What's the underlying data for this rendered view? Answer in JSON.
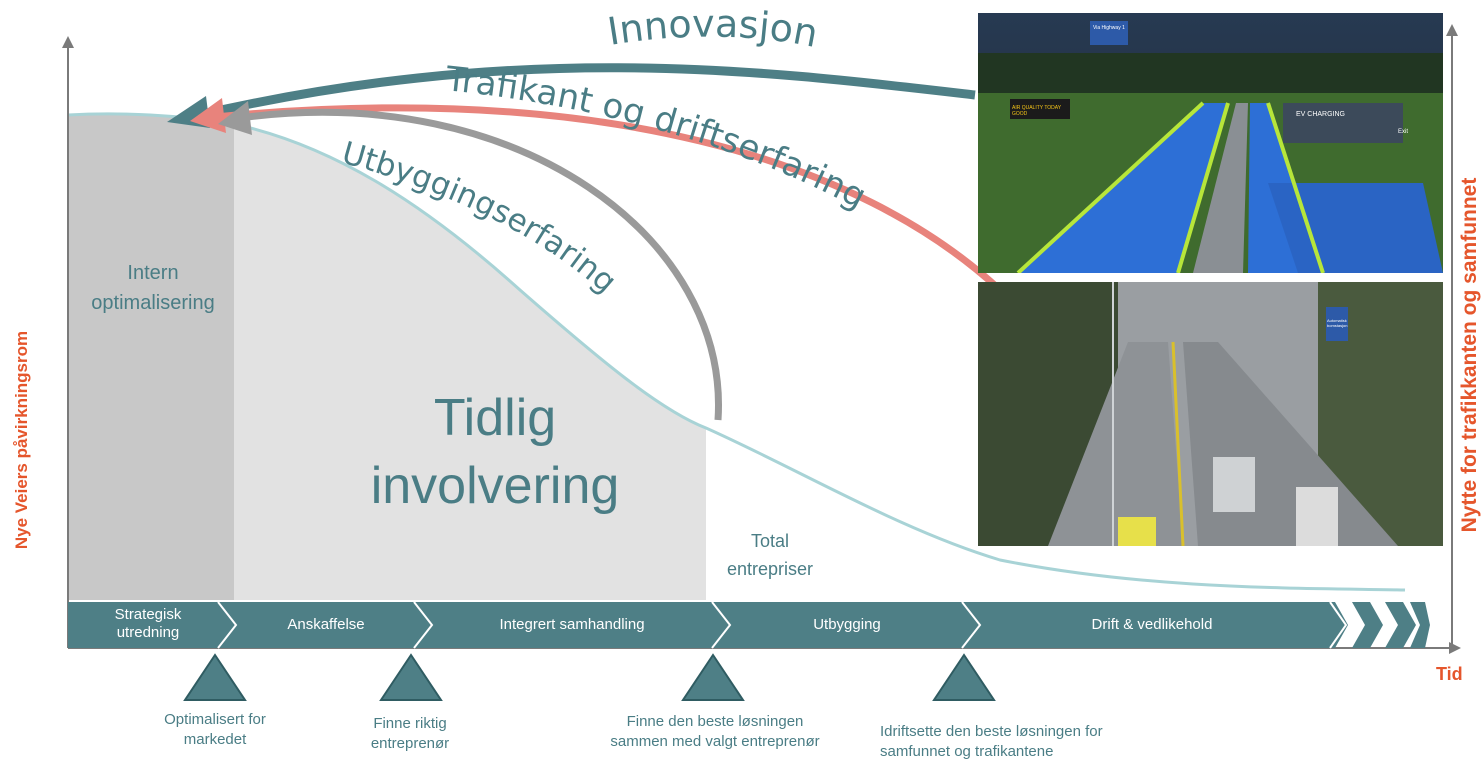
{
  "axes": {
    "y_left_label": "Nye Veiers påvirkningsrom",
    "y_right_label": "Nytte for trafikkanten og samfunnet",
    "x_label": "Tid"
  },
  "regions": {
    "intern": "Intern optimalisering",
    "tidlig_line1": "Tidlig",
    "tidlig_line2": "involvering",
    "total_line1": "Total",
    "total_line2": "entrepriser"
  },
  "feedback_arrows": [
    {
      "label": "Innovasjon",
      "color": "#4e7f86"
    },
    {
      "label": "Trafikant og driftserfaring",
      "color": "#e8837c"
    },
    {
      "label": "Utbyggingserfaring",
      "color": "#9a9a9a"
    }
  ],
  "phases": [
    {
      "line1": "Strategisk",
      "line2": "utredning"
    },
    {
      "line1": "Anskaffelse",
      "line2": ""
    },
    {
      "line1": "Integrert samhandling",
      "line2": ""
    },
    {
      "line1": "Utbygging",
      "line2": ""
    },
    {
      "line1": "Drift & vedlikehold",
      "line2": ""
    }
  ],
  "milestones": [
    {
      "line1": "Optimalisert for",
      "line2": "markedet"
    },
    {
      "line1": "Finne riktig",
      "line2": "entreprenør"
    },
    {
      "line1": "Finne den beste løsningen",
      "line2": "sammen med valgt entreprenør"
    },
    {
      "line1": "Idriftsette den beste løsningen for",
      "line2": "samfunnet og trafikantene"
    }
  ],
  "photos": {
    "top_signs": [
      "Via Highway 1",
      "AIR QUALITY TODAY GOOD",
      "EV CHARGING",
      "Exit"
    ],
    "bottom_signs": [
      "Automatisk bomstasjon"
    ]
  },
  "colors": {
    "teal": "#4a7d85",
    "band": "#4e7f86",
    "salmon": "#e8837c",
    "grey_arrow": "#9a9a9a",
    "curve": "#a8d3d6",
    "accent": "#e5562c",
    "dark_gray_region": "#c8c8c8",
    "light_gray_region": "#e2e2e2"
  }
}
